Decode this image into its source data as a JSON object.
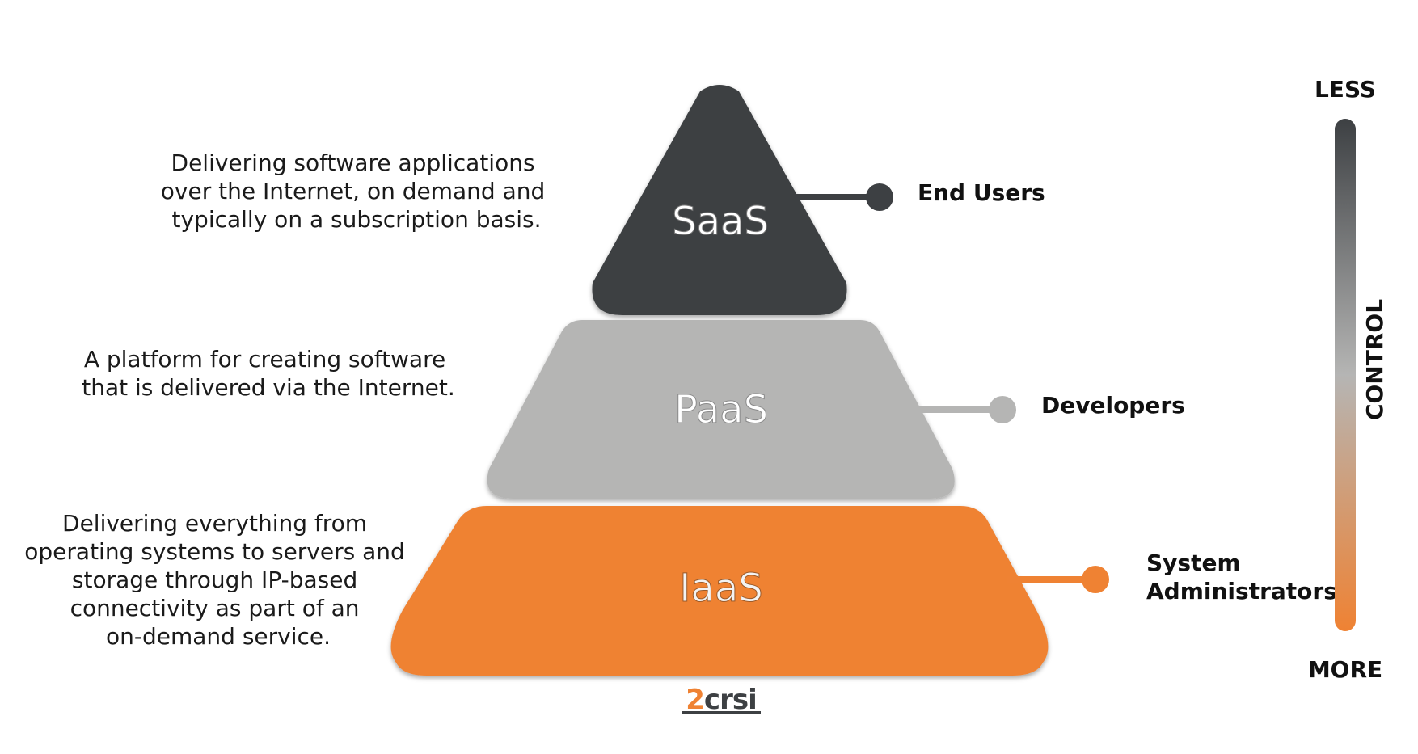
{
  "tiers": [
    {
      "label": "SaaS",
      "description": [
        "Delivering software applications",
        "over the Internet, on demand and",
        "typically on a subscription basis."
      ],
      "role": [
        "End Users"
      ],
      "color": "#3d4043"
    },
    {
      "label": "PaaS",
      "description": [
        "A platform for creating software",
        "that is delivered via the Internet."
      ],
      "role": [
        "Developers"
      ],
      "color": "#b5b5b4"
    },
    {
      "label": "IaaS",
      "description": [
        "Delivering everything from",
        "operating systems to servers and",
        "storage through IP-based",
        "connectivity as part of an",
        "on-demand service."
      ],
      "role": [
        "System",
        "Administrators"
      ],
      "color": "#ef8233"
    }
  ],
  "control": {
    "top_label": "LESS",
    "bottom_label": "MORE",
    "axis_label": "CONTROL",
    "gradient_colors": [
      "#3d4043",
      "#b5b5b4",
      "#ef8233"
    ]
  },
  "logo": {
    "prefix": "2",
    "suffix": "crsi",
    "prefix_color": "#ef8233",
    "suffix_color": "#3d4043"
  }
}
